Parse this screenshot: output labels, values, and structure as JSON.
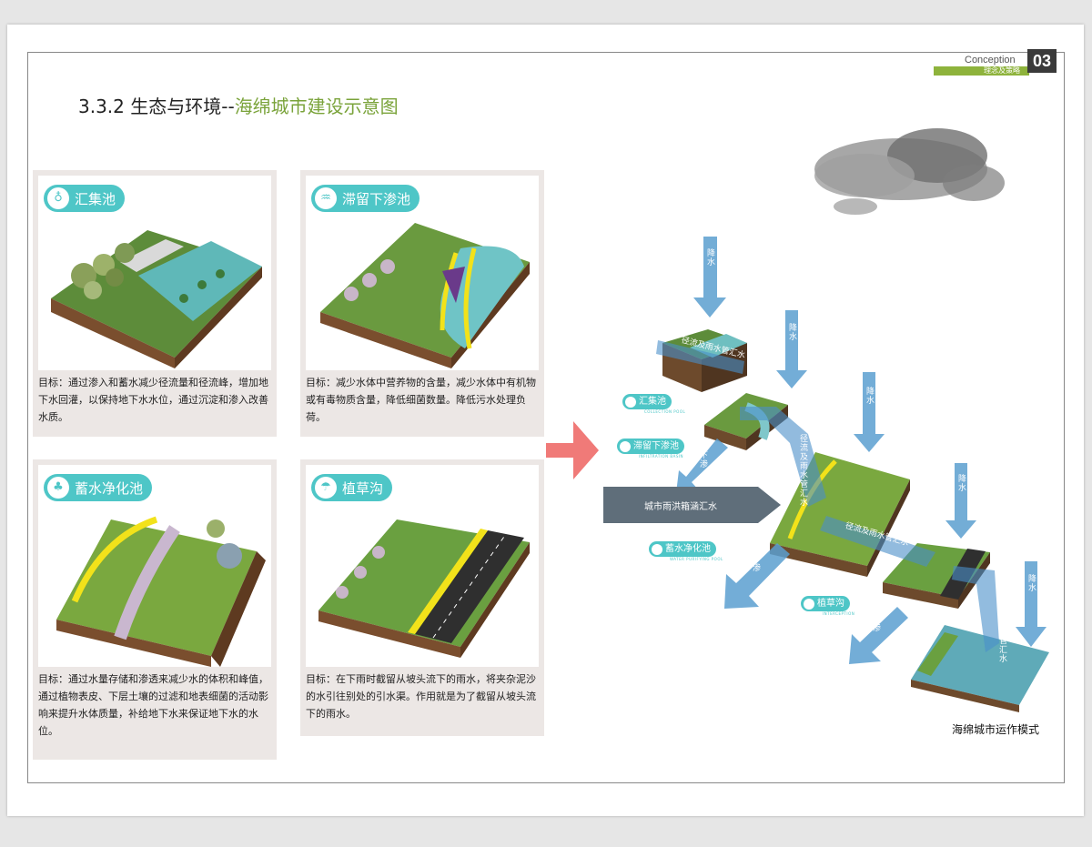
{
  "header": {
    "conception": "Conception",
    "subtitle": "理念及策略",
    "number": "03"
  },
  "title": {
    "main": "3.3.2 生态与环境--",
    "highlight": "海绵城市建设示意图"
  },
  "cards": [
    {
      "label": "汇集池",
      "text": "目标：通过渗入和蓄水减少径流量和径流峰，增加地下水回灌，以保持地下水水位，通过沉淀和渗入改善水质。"
    },
    {
      "label": "滞留下渗池",
      "text": "目标：减少水体中营养物的含量，减少水体中有机物或有毒物质含量，降低细菌数量。降低污水处理负荷。"
    },
    {
      "label": "蓄水净化池",
      "text": "目标：通过水量存储和渗透来减少水的体积和峰值，通过植物表皮、下层土壤的过滤和地表细菌的活动影响来提升水体质量，补给地下水来保证地下水的水位。"
    },
    {
      "label": "植草沟",
      "text": "目标：在下雨时截留从坡头流下的雨水，将夹杂泥沙的水引往别处的引水渠。作用就是为了截留从坡头流下的雨水。"
    }
  ],
  "diagram": {
    "rain": "降水",
    "infiltration": "下渗",
    "runoff_pipe": "径流及雨水管汇水",
    "city_flood": "城市雨洪箱涵汇水",
    "tags": [
      {
        "label": "汇集池",
        "en": "COLLECTION POOL"
      },
      {
        "label": "滞留下渗池",
        "en": "INFILTRATION BASIN"
      },
      {
        "label": "蓄水净化池",
        "en": "WATER PURIFYING POOL"
      },
      {
        "label": "植草沟",
        "en": "INTERCEPTION"
      }
    ],
    "caption": "海绵城市运作模式"
  },
  "colors": {
    "accent": "#4ec6c7",
    "brand_green": "#8eb33c",
    "arrow_blue": "#5b9fd0",
    "arrow_red": "#f07a78",
    "flood_gray": "#5f6e7a"
  }
}
